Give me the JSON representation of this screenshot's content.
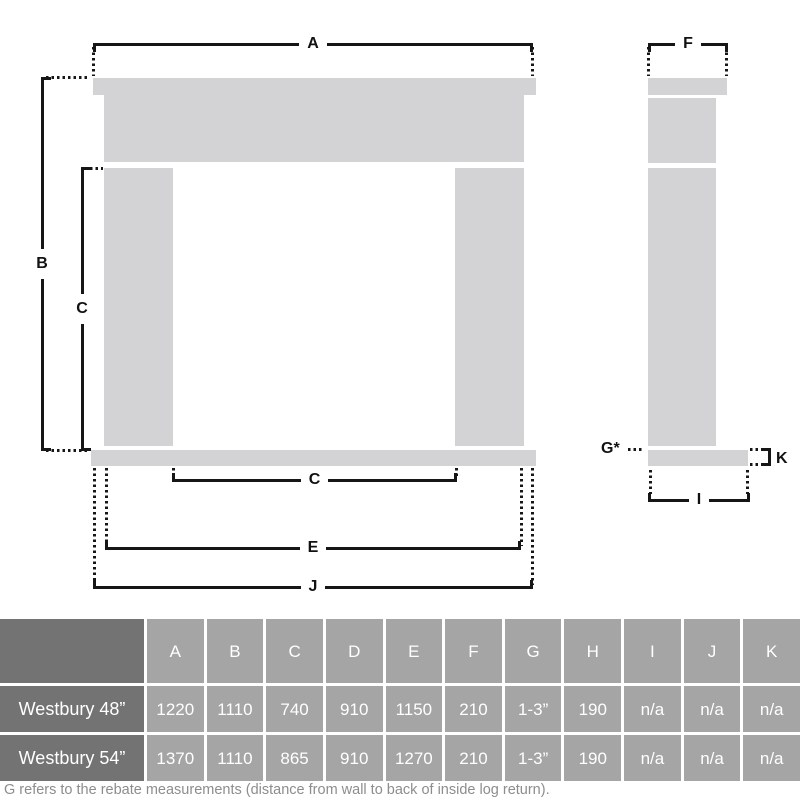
{
  "diagram": {
    "labels": {
      "A": "A",
      "B": "B",
      "C_height": "C",
      "C_width": "C",
      "E": "E",
      "J": "J",
      "F": "F",
      "I": "I",
      "K": "K",
      "G_star": "G*"
    }
  },
  "table": {
    "columns": [
      "A",
      "B",
      "C",
      "D",
      "E",
      "F",
      "G",
      "H",
      "I",
      "J",
      "K"
    ],
    "rows": [
      {
        "name": "Westbury 48”",
        "values": [
          "1220",
          "1110",
          "740",
          "910",
          "1150",
          "210",
          "1-3”",
          "190",
          "n/a",
          "n/a",
          "n/a"
        ]
      },
      {
        "name": "Westbury 54”",
        "values": [
          "1370",
          "1110",
          "865",
          "910",
          "1270",
          "210",
          "1-3”",
          "190",
          "n/a",
          "n/a",
          "n/a"
        ]
      }
    ]
  },
  "footer": {
    "note": "G refers to the rebate measurements (distance from wall to back of inside log return)."
  },
  "colors": {
    "diagram_fill": "#d3d3d5",
    "dimension_line": "#161616",
    "table_dark_cell": "#737373",
    "table_mid_cell": "#a5a5a5",
    "table_text": "#ffffff",
    "note_text": "#8d8d8d"
  }
}
